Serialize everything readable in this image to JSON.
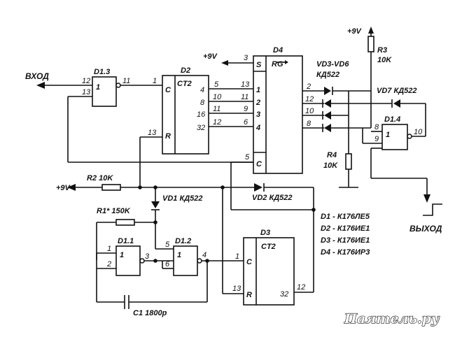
{
  "io": {
    "input": "ВХОД",
    "output": "ВЫХОД"
  },
  "power": {
    "p1": "+9V",
    "p2": "+9V",
    "p3": "+9V"
  },
  "chips": {
    "d13": "D1.3",
    "d2": "D2",
    "d2_func": "CT2",
    "d4": "D4",
    "d4_func": "RG",
    "d14": "D1.4",
    "d11": "D1.1",
    "d12": "D1.2",
    "d3": "D3",
    "d3_func": "CT2",
    "s": "S",
    "c": "C",
    "r": "R",
    "one": "1"
  },
  "components": {
    "vd36": "VD3-VD6",
    "vd36_type": "КД522",
    "vd7": "VD7 КД522",
    "r3": "R3",
    "r3_val": "10K",
    "r4": "R4",
    "r4_val": "10K",
    "r2": "R2 10K",
    "vd1": "VD1 КД522",
    "vd2": "VD2 КД522",
    "r1": "R1* 150K",
    "c1": "C1 1800p"
  },
  "legend": [
    "D1 - К176ЛЕ5",
    "D2 - К176ИЕ1",
    "D3 - К176ИЕ1",
    "D4 - К176ИР3"
  ],
  "pins": {
    "p12": "12",
    "p13": "13",
    "p11": "11",
    "p1": "1",
    "p2": "2",
    "p3": "3",
    "p4": "4",
    "p5": "5",
    "p6": "6",
    "p8": "8",
    "p9": "9",
    "p10": "10",
    "p16": "16",
    "p32": "32",
    "p13b": "13",
    "p1b": "1",
    "p2b": "2",
    "p4b": "4",
    "p5b": "5",
    "p12b": "12",
    "p13c": "13",
    "p9b": "9",
    "p6b": "6",
    "p10b": "10",
    "p11b": "11",
    "p8b": "8",
    "p32b": "32",
    "p1c": "1",
    "p12c": "12",
    "p3b": "3"
  },
  "watermark": "Паяmeль.ру"
}
